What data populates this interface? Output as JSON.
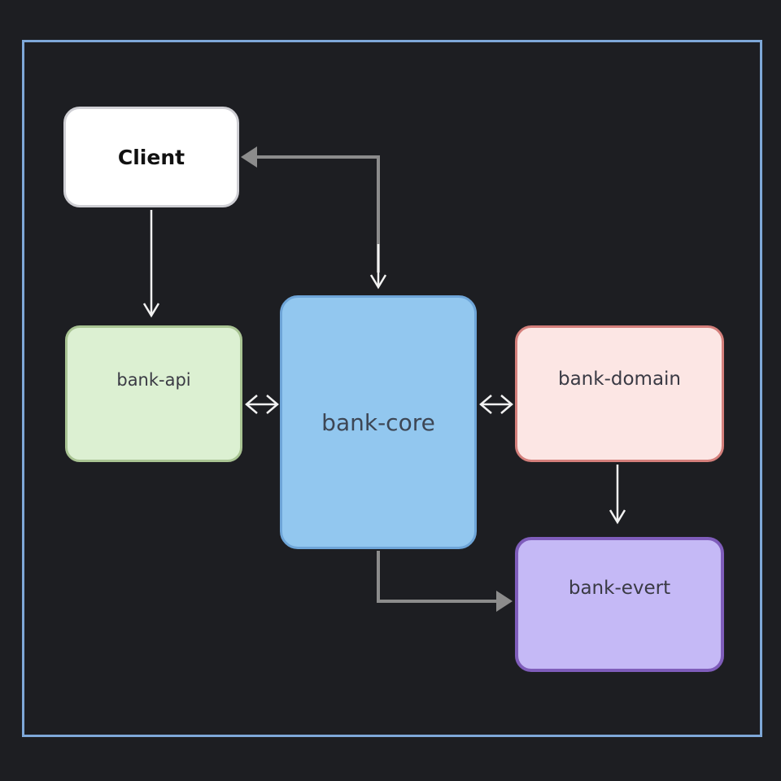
{
  "diagram": {
    "nodes": {
      "client": "Client",
      "api": "bank-api",
      "core": "bank-core",
      "domain": "bank-domain",
      "event": "bank-evert"
    },
    "edges": [
      {
        "from": "client",
        "to": "api",
        "direction": "one-way"
      },
      {
        "from": "core",
        "to": "client",
        "direction": "both"
      },
      {
        "from": "api",
        "to": "core",
        "direction": "both"
      },
      {
        "from": "core",
        "to": "domain",
        "direction": "both"
      },
      {
        "from": "domain",
        "to": "event",
        "direction": "one-way"
      },
      {
        "from": "core",
        "to": "event",
        "direction": "one-way"
      }
    ],
    "colors": {
      "background": "#1d1e22",
      "frame": "#7ea8d8",
      "client": "#ffffff",
      "api": "#dcf0d2",
      "core": "#92c7ef",
      "domain": "#fce6e4",
      "event": "#c5b9f6",
      "arrow_light": "#f2f2f2",
      "arrow_gray": "#8c8c8c"
    }
  }
}
